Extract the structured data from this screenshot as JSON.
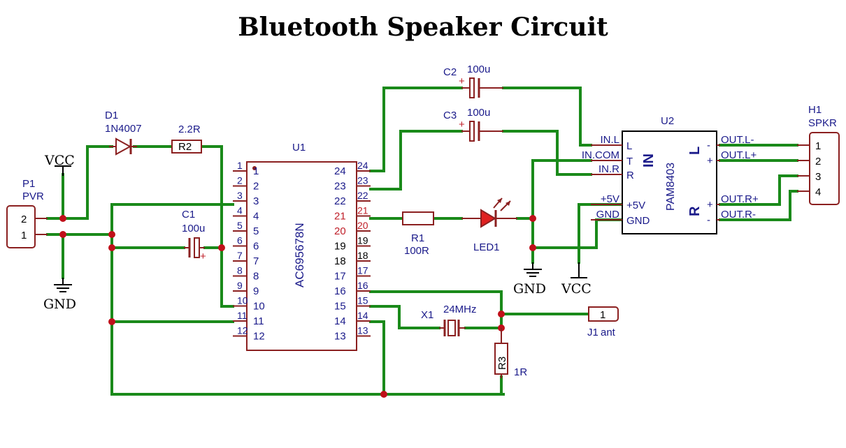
{
  "title": "Bluetooth Speaker Circuit",
  "power": {
    "vcc": "VCC",
    "gnd": "GND"
  },
  "p1": {
    "ref": "P1",
    "name": "PVR",
    "pins": [
      "2",
      "1"
    ]
  },
  "d1": {
    "ref": "D1",
    "value": "1N4007"
  },
  "r2": {
    "ref": "R2",
    "value": "2.2R"
  },
  "c1": {
    "ref": "C1",
    "value": "100u"
  },
  "c2": {
    "ref": "C2",
    "value": "100u"
  },
  "c3": {
    "ref": "C3",
    "value": "100u"
  },
  "u1": {
    "ref": "U1",
    "name": "AC695678N",
    "left_pins": [
      "1",
      "2",
      "3",
      "4",
      "5",
      "6",
      "7",
      "8",
      "9",
      "10",
      "11",
      "12"
    ],
    "right_pins": [
      "24",
      "23",
      "22",
      "21",
      "20",
      "19",
      "18",
      "17",
      "16",
      "15",
      "14",
      "13"
    ]
  },
  "r1": {
    "ref": "R1",
    "value": "100R"
  },
  "led1": {
    "ref": "LED1"
  },
  "u2": {
    "ref": "U2",
    "name": "PAM8403",
    "in_label": "IN",
    "l_label": "L",
    "r_label": "R",
    "left_pins": [
      "IN.L",
      "IN.COM",
      "IN.R",
      "+5V",
      "GND"
    ],
    "inner_left": [
      "L",
      "T",
      "R",
      "+5V",
      "GND"
    ],
    "right_pins": [
      "OUT.L-",
      "OUT.L+",
      "OUT.R+",
      "OUT.R-"
    ],
    "signs": [
      "-",
      "+",
      "+",
      "-"
    ]
  },
  "h1": {
    "ref": "H1",
    "name": "SPKR",
    "pins": [
      "1",
      "2",
      "3",
      "4"
    ]
  },
  "x1": {
    "ref": "X1",
    "value": "24MHz"
  },
  "j1": {
    "ref": "J1",
    "name": "ant",
    "pin": "1"
  },
  "r3": {
    "ref": "R3",
    "value": "1R"
  },
  "colors": {
    "wire": "#1a8a1a",
    "component": "#8b2020",
    "pin_text": "#1a1a8a",
    "junction": "#c0101a"
  }
}
